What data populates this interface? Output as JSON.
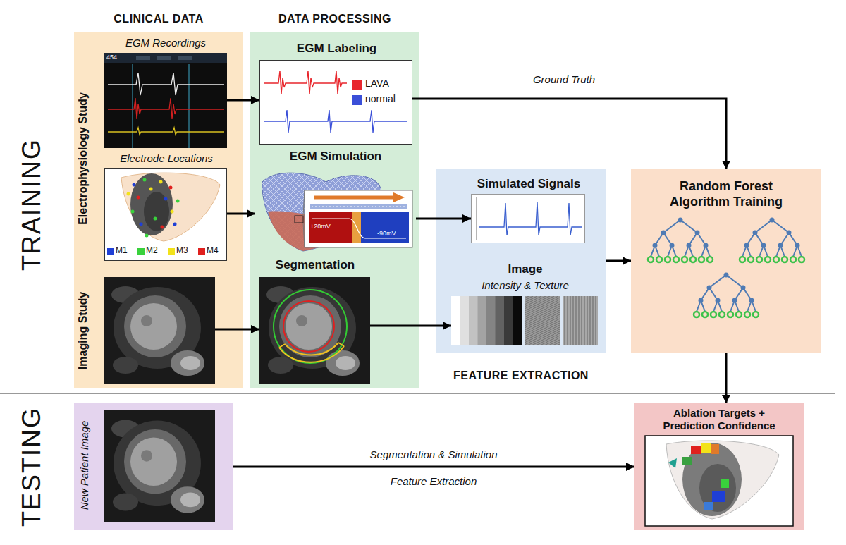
{
  "diagram": {
    "nodes": [
      {
        "text": [
          "CLINICAL DATA",
          "Electrophysiology Study"
        ]
      },
      {
        "text": [
          "EGM Recordings"
        ],
        "in": 0
      },
      {
        "text": [
          "Electrode Locations"
        ],
        "in": 0
      },
      {
        "text": [
          "Imaging Study"
        ],
        "in": 0
      },
      {
        "text": [
          "DATA PROCESSING"
        ]
      },
      {
        "text": [
          "EGM Labeling"
        ],
        "in": 4
      },
      {
        "text": [
          "EGM Simulation"
        ],
        "in": 4
      },
      {
        "text": [
          "Segmentation"
        ],
        "in": 4
      },
      {
        "text": [
          "FEATURE EXTRACTION"
        ]
      },
      {
        "text": [
          "Simulated Signals"
        ],
        "in": 8
      },
      {
        "text": [
          "Image",
          "Intensity & Texture"
        ],
        "in": 8
      },
      {
        "text": [
          "Random Forest Algorithm Training"
        ]
      },
      {
        "text": [
          "New Patient Image"
        ]
      },
      {
        "text": [
          "Ablation Targets + Prediction Confidence"
        ]
      }
    ],
    "edges": [
      {
        "from": 1,
        "to": 5,
        "arrow": "to"
      },
      {
        "from": 2,
        "to": 6,
        "arrow": "to"
      },
      {
        "from": 3,
        "to": 7,
        "arrow": "to"
      },
      {
        "from": 5,
        "to": 11,
        "label": "Ground Truth",
        "arrow": "to"
      },
      {
        "from": 6,
        "to": 9,
        "arrow": "to"
      },
      {
        "from": 7,
        "to": 10,
        "arrow": "to"
      },
      {
        "from": 8,
        "to": 11,
        "arrow": "to"
      },
      {
        "from": 11,
        "to": 13,
        "arrow": "to"
      },
      {
        "from": 12,
        "to": 13,
        "label": "Segmentation & Simulation",
        "arrow": "to"
      }
    ],
    "labels": [
      "TRAINING",
      "454",
      "+20mV",
      "-90mV",
      "TESTING",
      "Feature Extraction"
    ],
    "legend": [
      {
        "text": "LAVA",
        "color": "#e8262c"
      },
      {
        "text": "normal",
        "color": "#3a4fd8"
      },
      {
        "text": "M1",
        "color": "#1f3fd6"
      },
      {
        "text": "M2",
        "color": "#39d13c"
      },
      {
        "text": "M3",
        "color": "#f2e21a"
      },
      {
        "text": "M4",
        "color": "#e0201e"
      }
    ]
  }
}
